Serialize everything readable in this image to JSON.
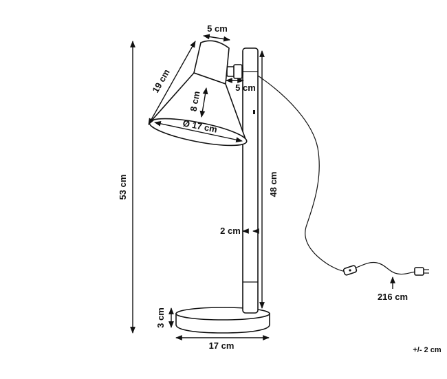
{
  "dimensions": {
    "top_width": "5 cm",
    "shade_length": "19 cm",
    "arm_length": "5 cm",
    "shade_depth": "8 cm",
    "shade_diameter": "Ø 17 cm",
    "total_height": "53 cm",
    "pole_height": "48 cm",
    "pole_width": "2 cm",
    "cable_length": "216 cm",
    "base_height": "3 cm",
    "base_width": "17 cm"
  },
  "tolerance": "+/- 2 cm"
}
